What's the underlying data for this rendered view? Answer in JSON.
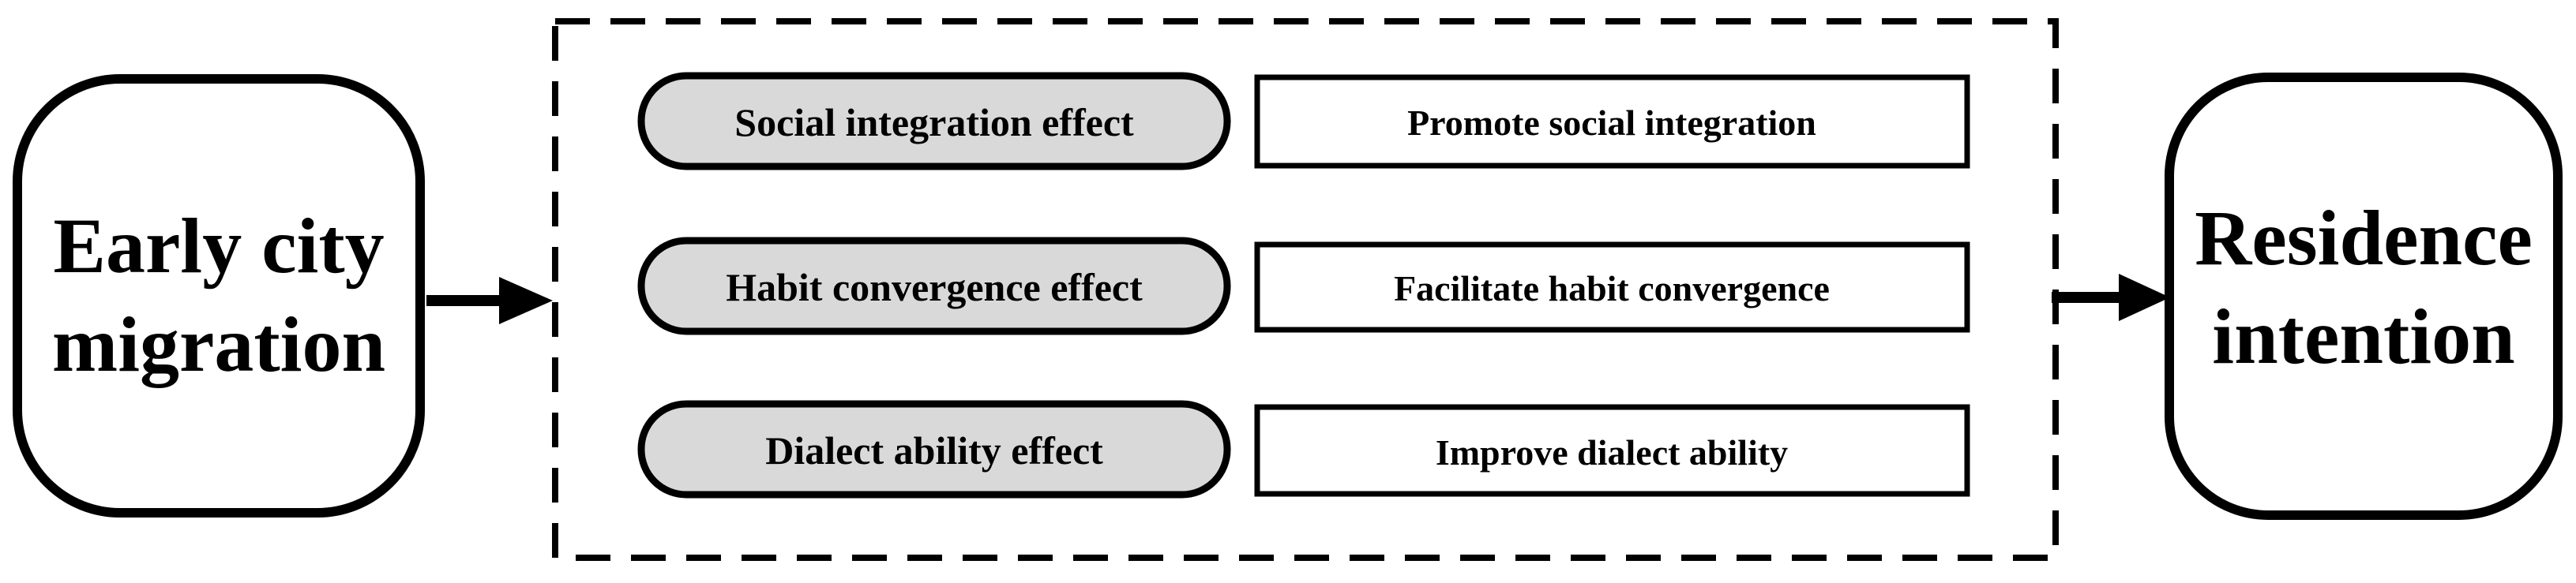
{
  "source_node": {
    "line1": "Early city",
    "line2": "migration"
  },
  "target_node": {
    "line1": "Residence",
    "line2": "intention"
  },
  "mechanisms": [
    {
      "effect": "Social integration effect",
      "pathway": "Promote social integration"
    },
    {
      "effect": "Habit convergence effect",
      "pathway": "Facilitate habit convergence"
    },
    {
      "effect": "Dialect ability effect",
      "pathway": "Improve dialect ability"
    }
  ],
  "colors": {
    "stroke": "#000000",
    "effect_fill": "#d9d9d9",
    "box_fill": "#ffffff"
  }
}
